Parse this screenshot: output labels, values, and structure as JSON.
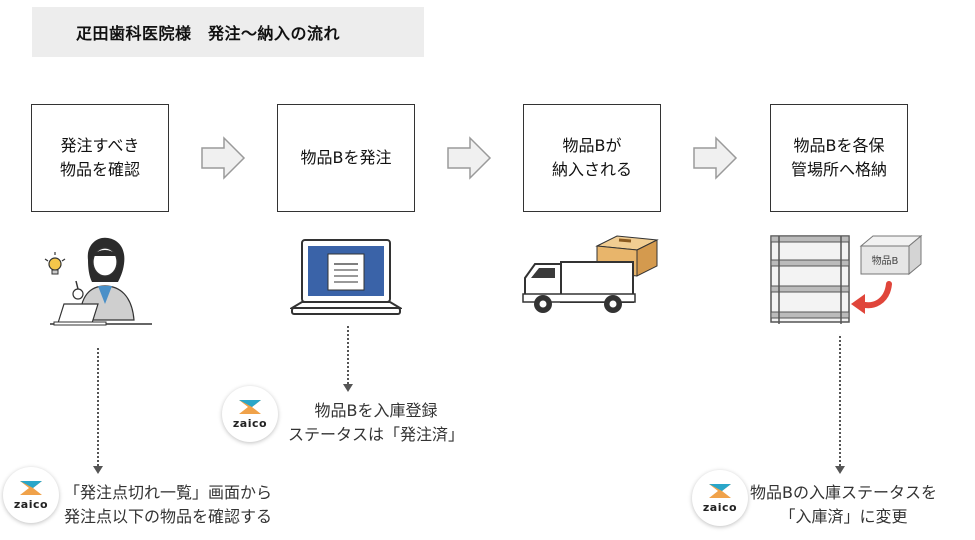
{
  "title": "疋田歯科医院様　発注〜納入の流れ",
  "steps": [
    {
      "label": "発注すべき\n物品を確認"
    },
    {
      "label": "物品Bを発注"
    },
    {
      "label": "物品Bが\n納入される"
    },
    {
      "label": "物品Bを各保\n管場所へ格納"
    }
  ],
  "notes": [
    {
      "text": "「発注点切れ一覧」画面から\n発注点以下の物品を確認する"
    },
    {
      "text": "物品Bを入庫登録\nステータスは「発注済」"
    },
    {
      "text": "物品Bの入庫ステータスを\n「入庫済」に変更"
    }
  ],
  "logo": {
    "word": "zaico"
  },
  "box_label": "物品B",
  "icons": [
    "lightbulb-icon",
    "person-at-laptop-icon",
    "laptop-icon",
    "truck-icon",
    "cardboard-box-icon",
    "shelf-icon",
    "curved-arrow-icon",
    "arrow-right-icon"
  ],
  "colors": {
    "laptop_screen": "#3a63a8",
    "box": "#e8b56b",
    "return_arrow": "#e0453a",
    "arrow_fill": "#f0f0f0"
  }
}
